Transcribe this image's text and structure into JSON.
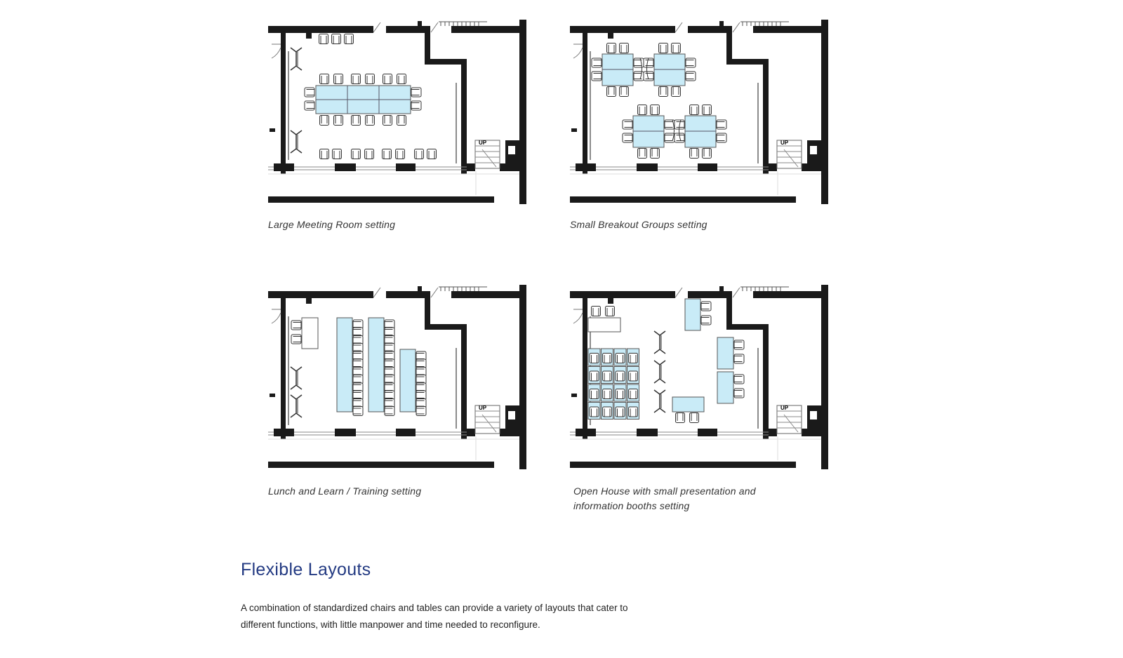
{
  "layouts": [
    {
      "caption": "Large Meeting Room setting"
    },
    {
      "caption": "Small Breakout Groups setting"
    },
    {
      "caption": "Lunch and Learn / Training setting"
    },
    {
      "caption": "Open House with small presentation and information booths setting"
    }
  ],
  "stair_label": "UP",
  "section": {
    "title": "Flexible Layouts",
    "body": "A combination of standardized chairs and tables can provide a variety of layouts that cater to different functions, with little manpower and time needed to reconfigure."
  },
  "colors": {
    "title": "#233a82",
    "table_fill": "#c9ebf7",
    "wall": "#1a1a1a"
  }
}
